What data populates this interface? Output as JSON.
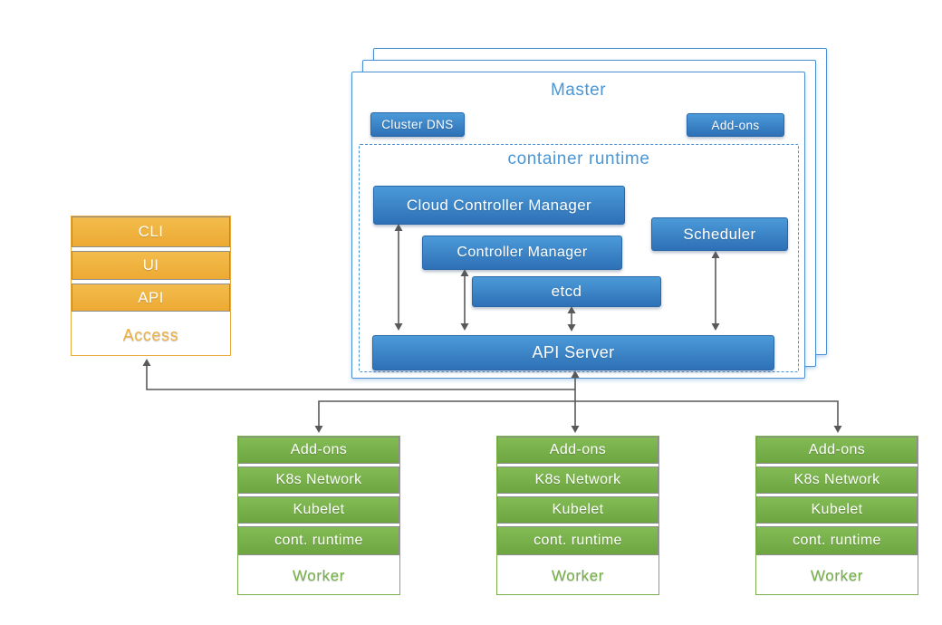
{
  "diagram": {
    "master": {
      "title": "Master",
      "cluster_dns_label": "Cluster DNS",
      "addons_label": "Add-ons",
      "container_runtime": {
        "title": "container runtime",
        "cloud_controller_manager": "Cloud Controller Manager",
        "controller_manager": "Controller Manager",
        "etcd": "etcd",
        "scheduler": "Scheduler",
        "api_server": "API Server"
      }
    },
    "access": {
      "bars": [
        "CLI",
        "UI",
        "API"
      ],
      "label": "Access"
    },
    "workers": [
      {
        "bars": [
          "Add-ons",
          "K8s Network",
          "Kubelet",
          "cont. runtime"
        ],
        "label": "Worker"
      },
      {
        "bars": [
          "Add-ons",
          "K8s Network",
          "Kubelet",
          "cont. runtime"
        ],
        "label": "Worker"
      },
      {
        "bars": [
          "Add-ons",
          "K8s Network",
          "Kubelet",
          "cont. runtime"
        ],
        "label": "Worker"
      }
    ],
    "colors": {
      "blue_box": "#3c84c6",
      "blue_text": "#4a96d6",
      "orange": "#f0b13e",
      "green": "#77b14a",
      "arrow_gray": "#58595b"
    }
  }
}
